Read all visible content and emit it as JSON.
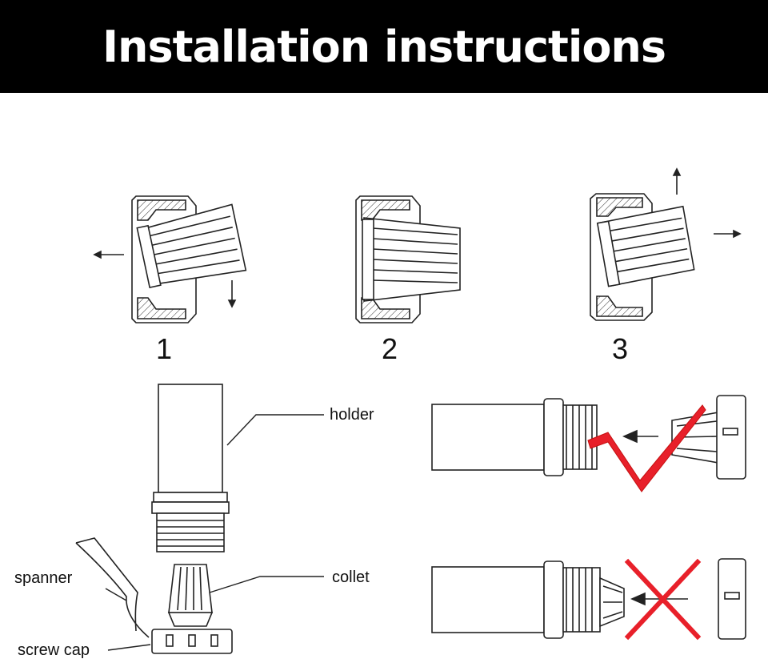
{
  "header": {
    "title": "Installation instructions"
  },
  "steps": [
    {
      "number": "1"
    },
    {
      "number": "2"
    },
    {
      "number": "3"
    }
  ],
  "labels": {
    "holder": "holder",
    "collet": "collet",
    "spanner": "spanner",
    "screw_cap": "screw cap"
  },
  "colors": {
    "header_bg": "#000000",
    "header_text": "#ffffff",
    "mark_red": "#e8202a",
    "line": "#222222"
  },
  "icons": {
    "correct": "check-mark-icon",
    "wrong": "cross-mark-icon"
  }
}
